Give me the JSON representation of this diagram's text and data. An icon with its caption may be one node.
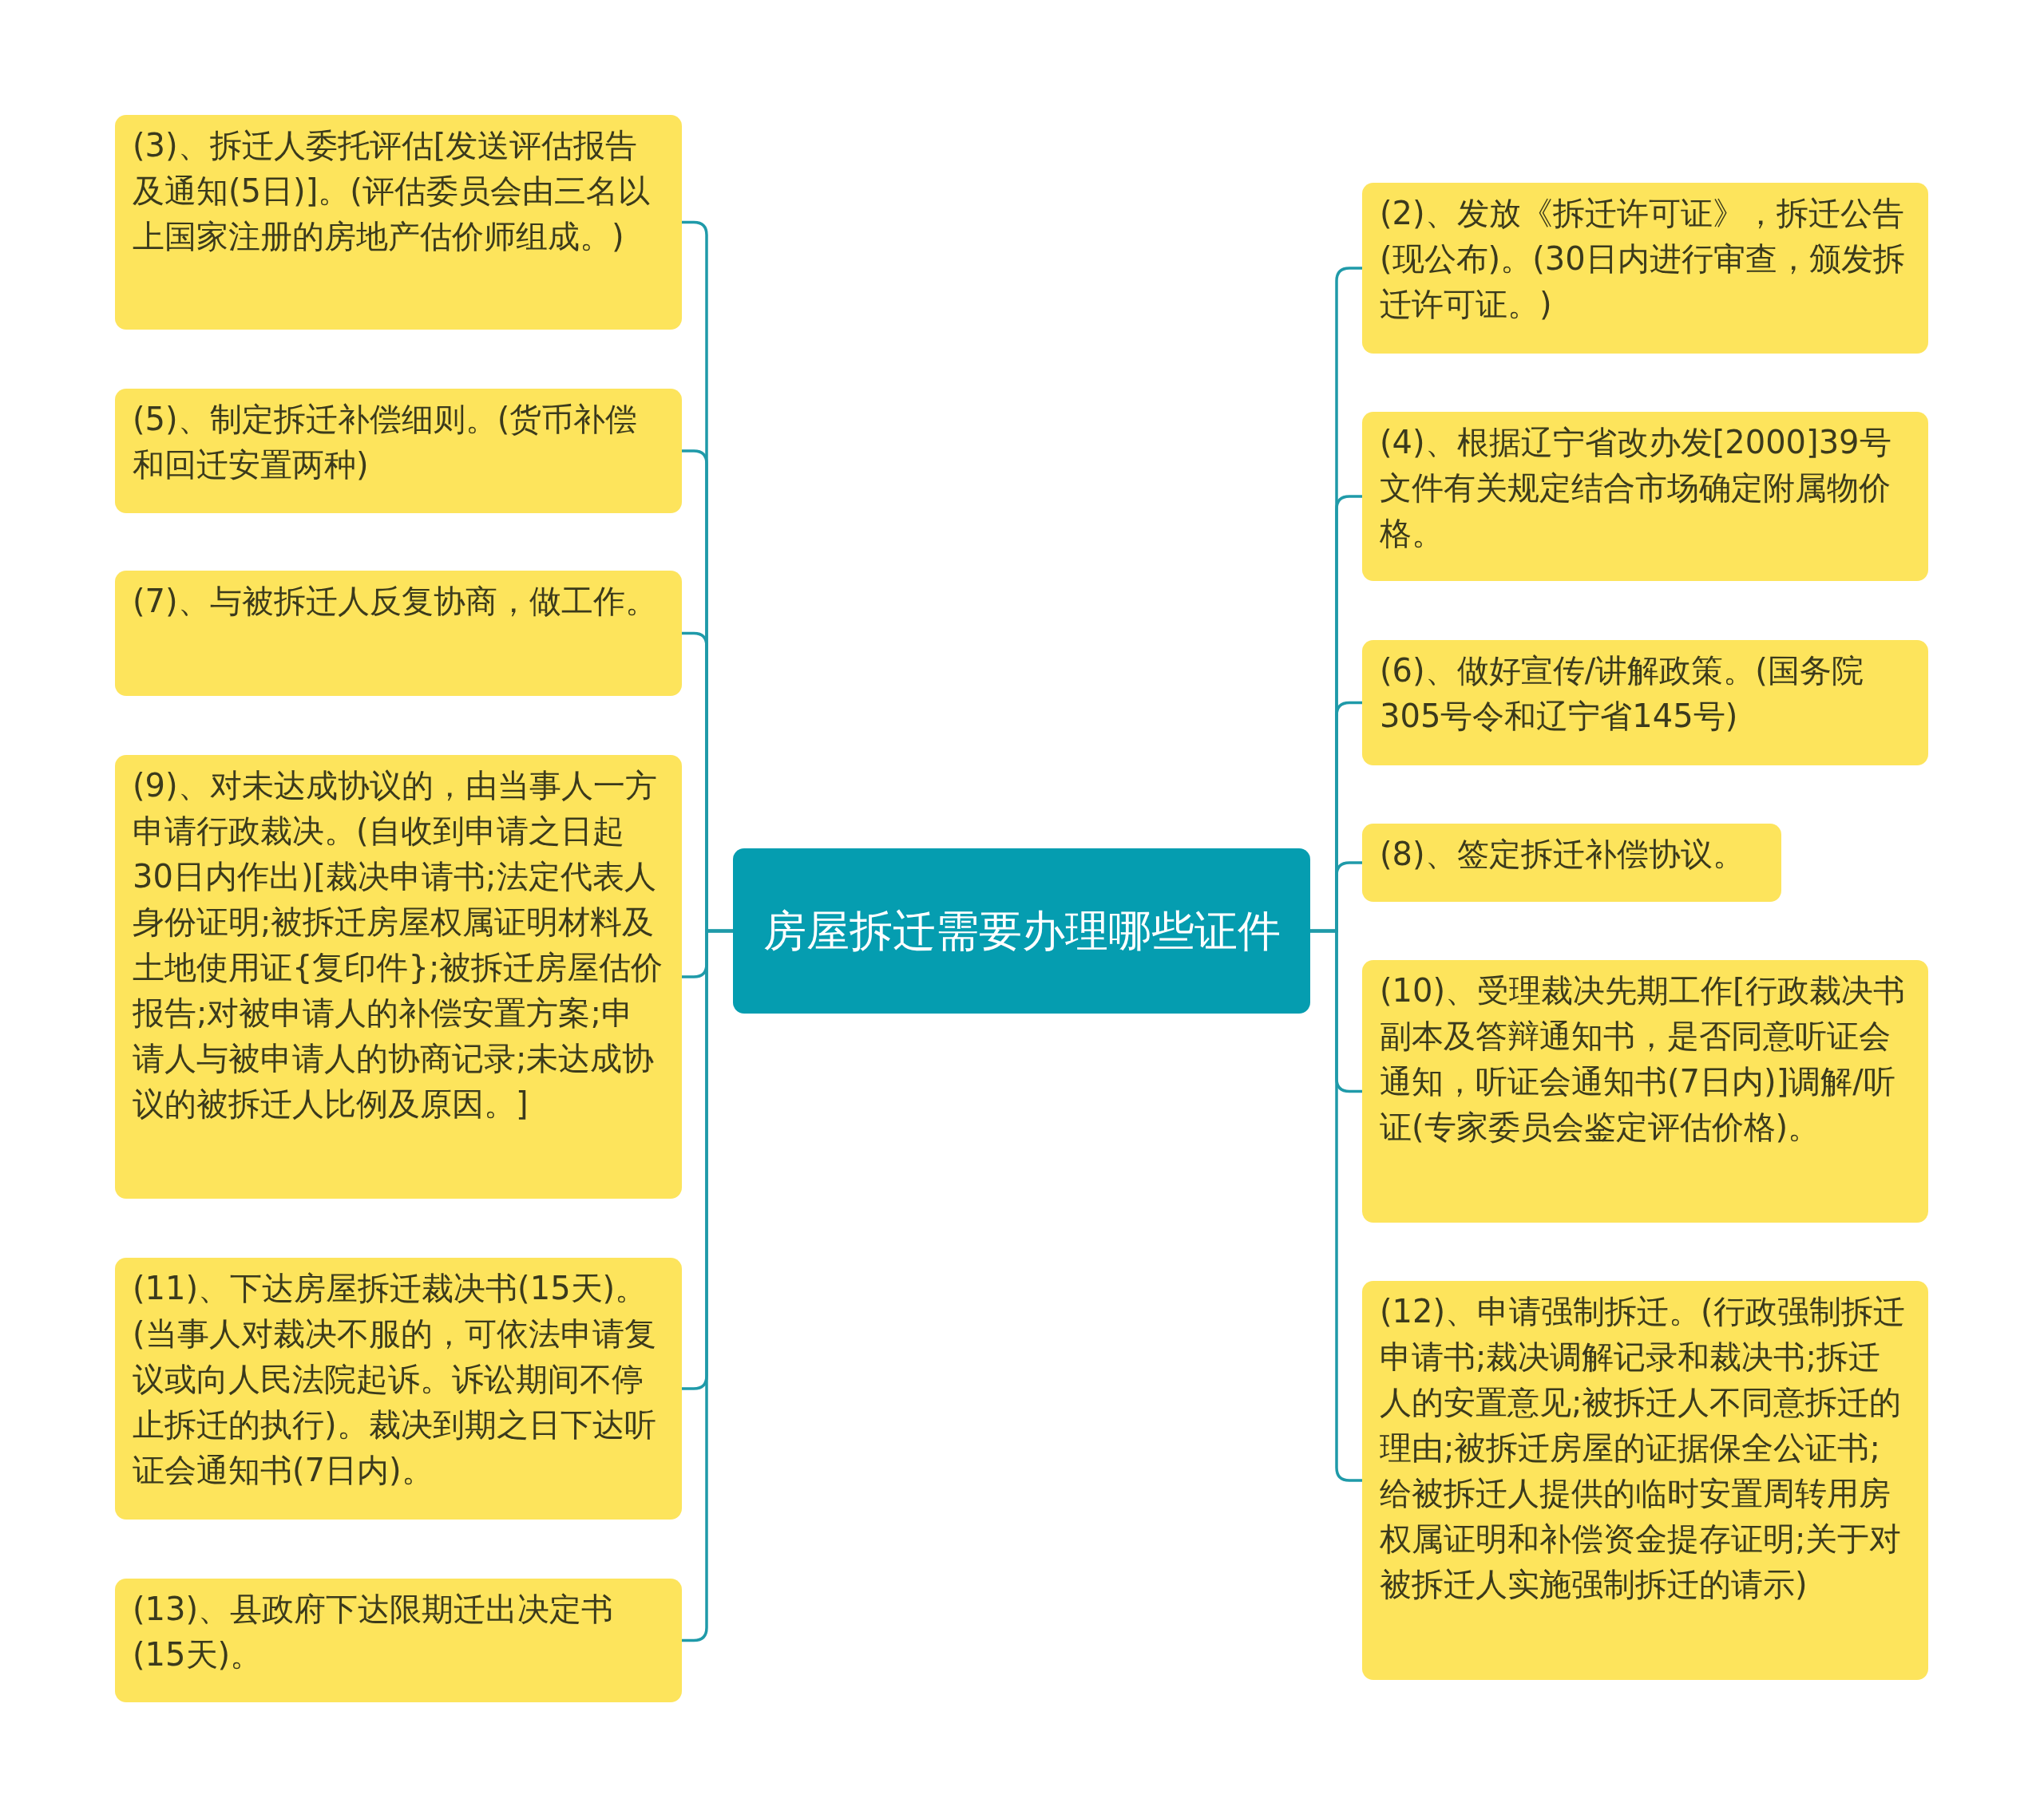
{
  "diagram": {
    "nodes": [
      {
        "text": [
          "房屋拆迁需要办理哪些证件"
        ]
      },
      {
        "text": [
          "(3)、拆迁人委托评估[发送评估报告及通知(5日)]。(评估委员会由三名以上国家注册的房地产估价师组成。)"
        ]
      },
      {
        "text": [
          "(5)、制定拆迁补偿细则。(货币补偿和回迁安置两种)"
        ]
      },
      {
        "text": [
          "(7)、与被拆迁人反复协商，做工作。"
        ]
      },
      {
        "text": [
          "(9)、对未达成协议的，由当事人一方申请行政裁决。(自收到申请之日起30日内作出)[裁决申请书;法定代表人身份证明;被拆迁房屋权属证明材料及土地使用证{复印件};被拆迁房屋估价报告;对被申请人的补偿安置方案;申请人与被申请人的协商记录;未达成协议的被拆迁人比例及原因。]"
        ]
      },
      {
        "text": [
          "(11)、下达房屋拆迁裁决书(15天)。(当事人对裁决不服的，可依法申请复议或向人民法院起诉。诉讼期间不停止拆迁的执行)。裁决到期之日下达听证会通知书(7日内)。"
        ]
      },
      {
        "text": [
          "(13)、县政府下达限期迁出决定书(15天)。"
        ]
      },
      {
        "text": [
          "(2)、发放《拆迁许可证》，拆迁公告(现公布)。(30日内进行审查，颁发拆迁许可证。)"
        ]
      },
      {
        "text": [
          "(4)、根据辽宁省改办发[2000]39号文件有关规定结合市场确定附属物价格。"
        ]
      },
      {
        "text": [
          "(6)、做好宣传/讲解政策。(国务院305号令和辽宁省145号)"
        ]
      },
      {
        "text": [
          "(8)、签定拆迁补偿协议。"
        ]
      },
      {
        "text": [
          "(10)、受理裁决先期工作[行政裁决书副本及答辩通知书，是否同意听证会通知，听证会通知书(7日内)]调解/听证(专家委员会鉴定评估价格)。"
        ]
      },
      {
        "text": [
          "(12)、申请强制拆迁。(行政强制拆迁申请书;裁决调解记录和裁决书;拆迁人的安置意见;被拆迁人不同意拆迁的理由;被拆迁房屋的证据保全公证书;给被拆迁人提供的临时安置周转用房权属证明和补偿资金提存证明;关于对被拆迁人实施强制拆迁的请示)"
        ]
      }
    ],
    "edges": [
      {
        "from": 0,
        "to": 1,
        "arrow": "none"
      },
      {
        "from": 0,
        "to": 2,
        "arrow": "none"
      },
      {
        "from": 0,
        "to": 3,
        "arrow": "none"
      },
      {
        "from": 0,
        "to": 4,
        "arrow": "none"
      },
      {
        "from": 0,
        "to": 5,
        "arrow": "none"
      },
      {
        "from": 0,
        "to": 6,
        "arrow": "none"
      },
      {
        "from": 0,
        "to": 7,
        "arrow": "none"
      },
      {
        "from": 0,
        "to": 8,
        "arrow": "none"
      },
      {
        "from": 0,
        "to": 9,
        "arrow": "none"
      },
      {
        "from": 0,
        "to": 10,
        "arrow": "none"
      },
      {
        "from": 0,
        "to": 11,
        "arrow": "none"
      },
      {
        "from": 0,
        "to": 12,
        "arrow": "none"
      }
    ]
  }
}
